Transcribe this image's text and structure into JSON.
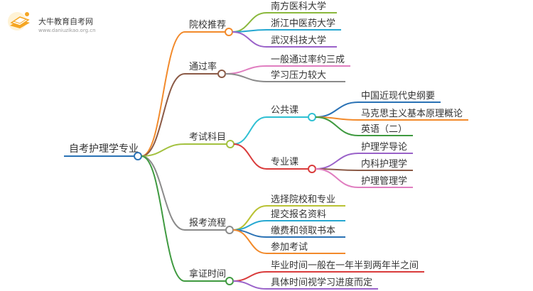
{
  "logo": {
    "title": "大牛教育自考网",
    "url": "www.daniuzikao.org.cn"
  },
  "root": {
    "label": "自考护理学专业",
    "color": "#2a72b5"
  },
  "branches": [
    {
      "label": "院校推荐",
      "color": "#f28a2b",
      "children": [
        {
          "label": "南方医科大学",
          "color": "#8ab83c"
        },
        {
          "label": "浙江中医药大学",
          "color": "#26a8d1"
        },
        {
          "label": "武汉科技大学",
          "color": "#9a62c9"
        }
      ]
    },
    {
      "label": "通过率",
      "color": "#8b5a46",
      "children": [
        {
          "label": "一般通过率约三成",
          "color": "#e07ec0"
        },
        {
          "label": "学习压力较大",
          "color": "#8a8a8a"
        }
      ]
    },
    {
      "label": "考试科目",
      "color": "#a3c13f",
      "children": [
        {
          "label": "公共课",
          "color": "#2fc0d3",
          "children": [
            {
              "label": "中国近现代史纲要",
              "color": "#2a72b5"
            },
            {
              "label": "马克思主义基本原理概论",
              "color": "#f28a2b"
            },
            {
              "label": "英语（二）",
              "color": "#3f9a40"
            }
          ]
        },
        {
          "label": "专业课",
          "color": "#d93b3b",
          "children": [
            {
              "label": "护理学导论",
              "color": "#9a62c9"
            },
            {
              "label": "内科护理学",
              "color": "#8b5a46"
            },
            {
              "label": "护理管理学",
              "color": "#e07ec0"
            }
          ]
        }
      ]
    },
    {
      "label": "报考流程",
      "color": "#8a8a8a",
      "children": [
        {
          "label": "选择院校和专业",
          "color": "#b9c233"
        },
        {
          "label": "提交报名资料",
          "color": "#26a8d1"
        },
        {
          "label": "缴费和领取书本",
          "color": "#2a72b5"
        },
        {
          "label": "参加考试",
          "color": "#f28a2b"
        }
      ]
    },
    {
      "label": "拿证时间",
      "color": "#3f9a40",
      "children": [
        {
          "label": "毕业时间一般在一年半到两年半之间",
          "color": "#d93b3b"
        },
        {
          "label": "具体时间视学习进度而定",
          "color": "#9a62c9"
        }
      ]
    }
  ]
}
